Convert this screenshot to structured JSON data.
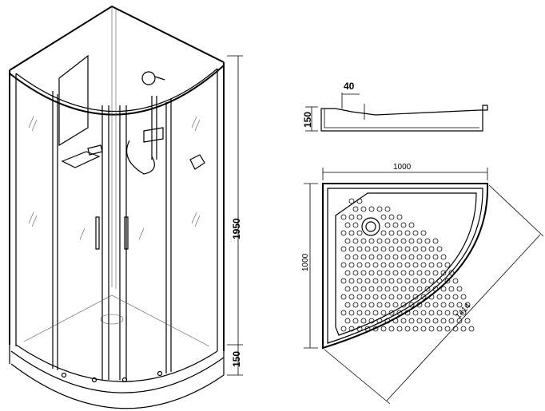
{
  "cabin": {
    "height_label": "1950",
    "tray_height_label": "150"
  },
  "tray_side": {
    "height_label": "150",
    "step_label": "40"
  },
  "tray_top": {
    "width_label": "1000",
    "depth_label": "1000",
    "diagonal_label": "1414"
  },
  "colors": {
    "line": "#000000",
    "background": "#ffffff"
  }
}
